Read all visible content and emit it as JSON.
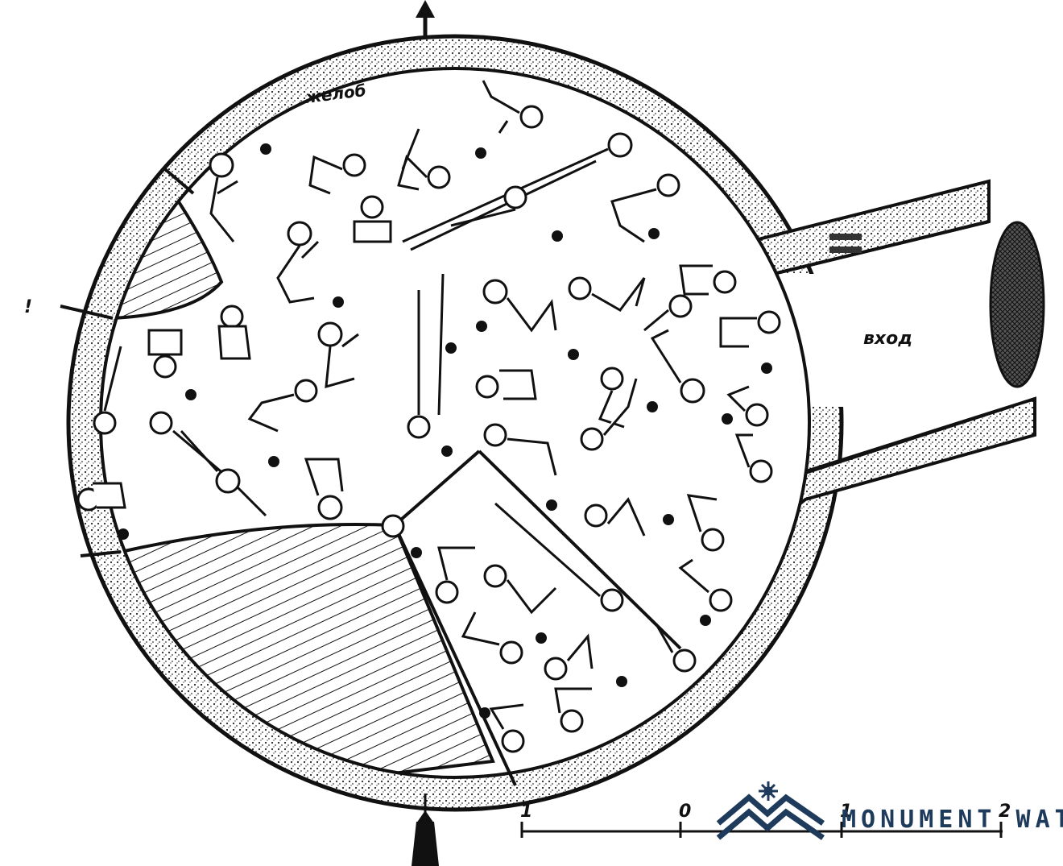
{
  "labels": {
    "gutter": "желоб",
    "entrance": "вход"
  },
  "scale_bar": {
    "ticks": [
      "1",
      "0",
      "1",
      "2"
    ]
  },
  "watermark": {
    "brand": "MONUMENT WATCH",
    "brand_color": "#1f3b5c"
  },
  "colors": {
    "ink": "#111111",
    "paper": "#ffffff"
  },
  "icons": {
    "north": "north-arrow-icon",
    "south": "south-marker-icon",
    "logo": "mountain-star-logo-icon"
  }
}
